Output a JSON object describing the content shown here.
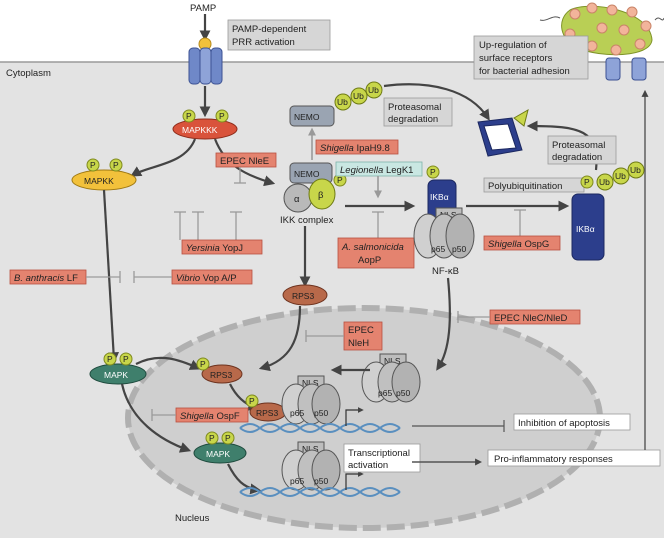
{
  "labels": {
    "pamp": "PAMP",
    "pamp_prr": [
      "PAMP-dependent",
      "PRR activation"
    ],
    "cytoplasm": "Cytoplasm",
    "nucleus": "Nucleus",
    "upregulation": [
      "Up-regulation of",
      "surface receptors",
      "for bacterial adhesion"
    ],
    "mapkkk": "MAPKKK",
    "mapkk": "MAPKK",
    "mapk": "MAPK",
    "p": "P",
    "ub": "Ub",
    "nemo": "NEMO",
    "alpha": "α",
    "beta": "β",
    "ikk_complex": "IKK complex",
    "ikba": "IKBα",
    "nls": "NLS",
    "p65": "p65",
    "p50": "p50",
    "nfkb": "NF-κB",
    "rps3": "RPS3",
    "proteasomal1": [
      "Proteasomal",
      "degradation"
    ],
    "proteasomal2": [
      "Proteasomal",
      "degradation"
    ],
    "polyubiquitination": "Polyubiquitination",
    "inhibition_apoptosis": "Inhibition of apoptosis",
    "transcriptional": [
      "Transcriptional",
      "activation"
    ],
    "proinflammatory": "Pro-inflammatory responses"
  },
  "effectors": {
    "epec_nlee": "EPEC NleE",
    "shigella_ipah98_genus": "Shigella",
    "shigella_ipah98_name": " IpaH9.8",
    "legionella_legk1_genus": "Legionella",
    "legionella_legk1_name": " LegK1",
    "yersinia_yopj_genus": "Yersinia",
    "yersinia_yopj_name": " YopJ",
    "b_anthracis_genus": "B. anthracis",
    "b_anthracis_name": " LF",
    "vibrio_genus": "Vibrio",
    "vibrio_name": " Vop A/P",
    "a_salmonicida_genus": "A. salmonicida",
    "a_salmonicida_name": "AopP",
    "shigella_ospg_genus": "Shigella",
    "shigella_ospg_name": " OspG",
    "epec_nlec": "EPEC NleC/NleD",
    "epec_nleh": [
      "EPEC",
      "NleH"
    ],
    "shigella_ospf_genus": "Shigella",
    "shigella_ospf_name": " OspF"
  },
  "colors": {
    "cytoplasm": "#e3e3e3",
    "nucleus": "#cfcfcf",
    "mapkkk": "#d9533b",
    "mapkk": "#f2c13b",
    "mapk": "#3f7f6c",
    "rps3": "#b8694a",
    "phospho": "#c8d64a",
    "ikba": "#2c3e8c",
    "effector": "#e4836f",
    "legionella": "#c9e7e2"
  }
}
